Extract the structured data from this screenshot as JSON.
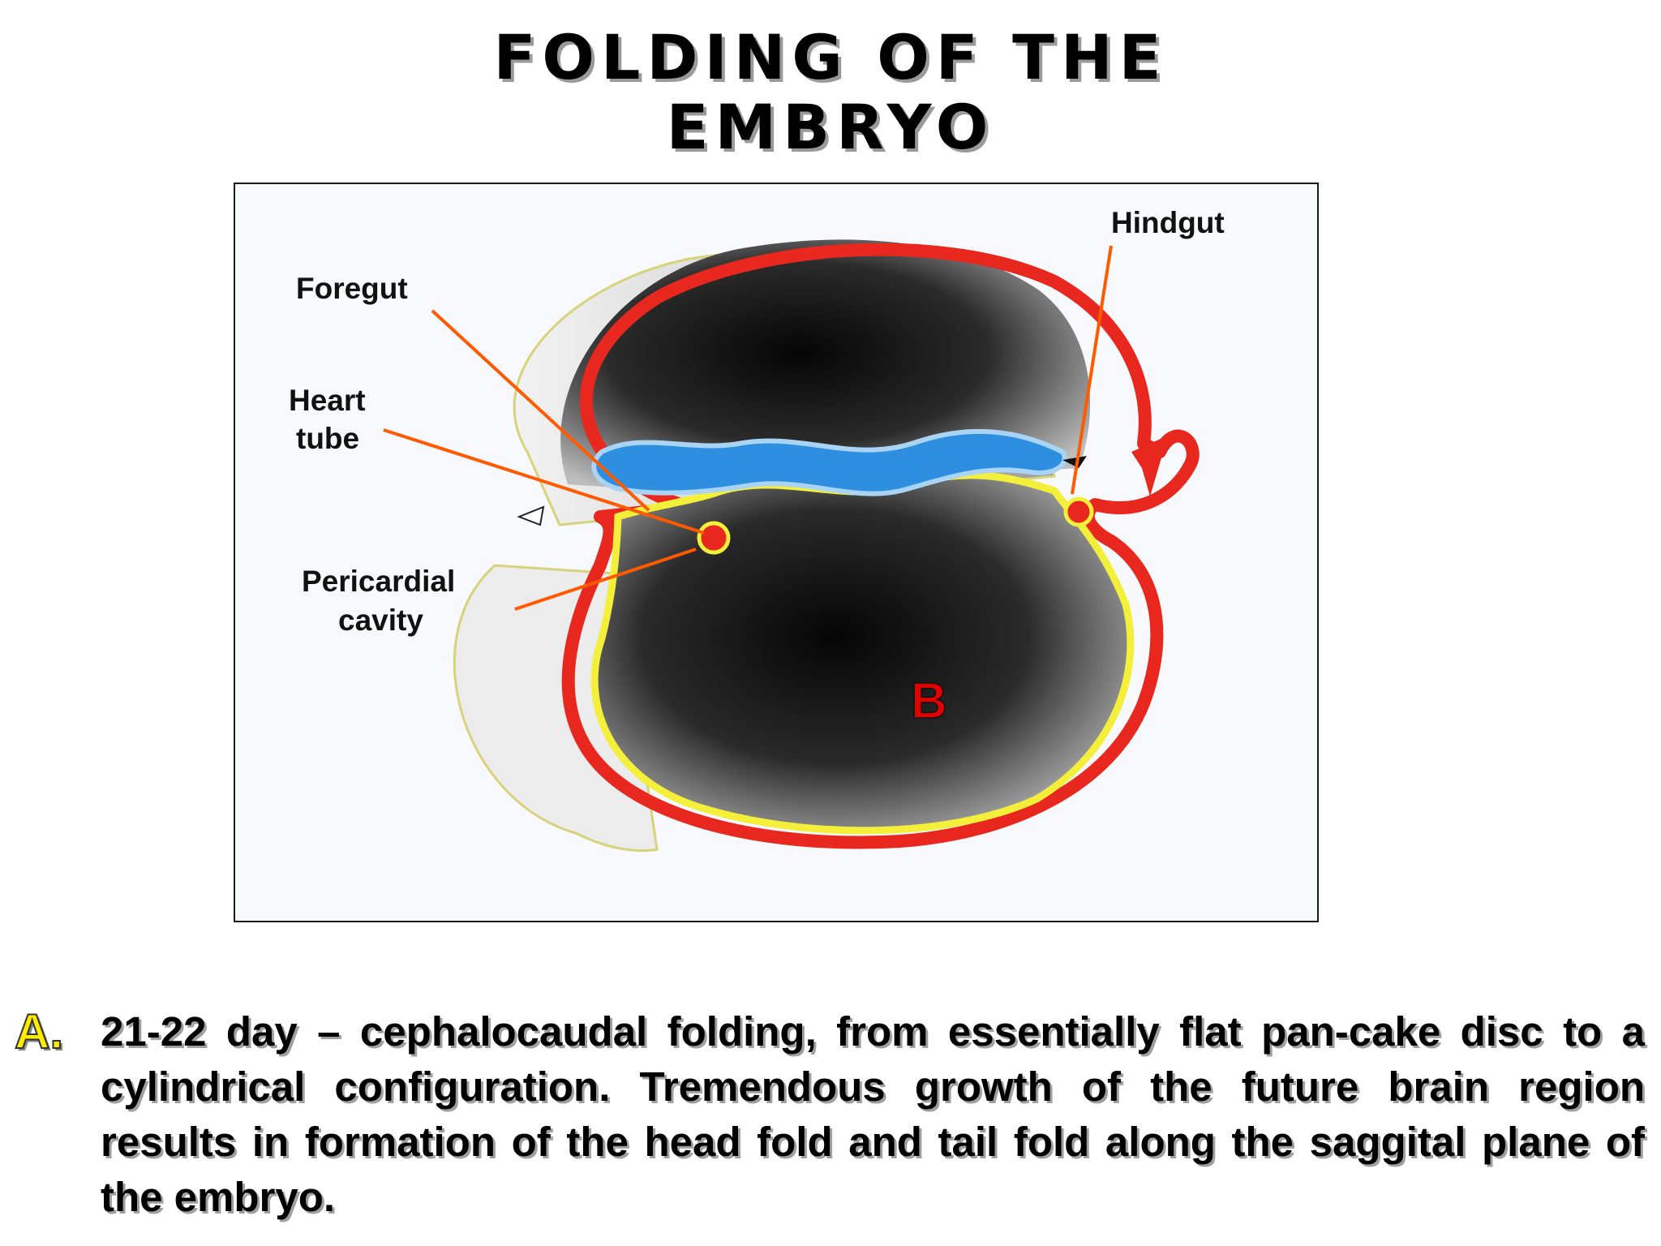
{
  "title": {
    "line1": "FOLDING OF THE",
    "line2": "EMBRYO"
  },
  "figure": {
    "labels": {
      "foregut": "Foregut",
      "heart_tube_1": "Heart",
      "heart_tube_2": "tube",
      "pericardial_1": "Pericardial",
      "pericardial_2": "cavity",
      "hindgut": "Hindgut",
      "panel": "B"
    },
    "colors": {
      "ectoderm": "#e8281e",
      "endoderm": "#f3ef3a",
      "amniotic_cavity": "#2e8fe0",
      "pointer_lines": "#ff5a00",
      "panel_letter": "#e00000"
    }
  },
  "caption": {
    "marker": "A.",
    "text": "21-22 day – cephalocaudal folding, from essentially flat pan-cake disc to a cylindrical configuration. Tremendous growth of the future brain region results in formation of the head fold and tail fold along the saggital plane of the embryo."
  }
}
